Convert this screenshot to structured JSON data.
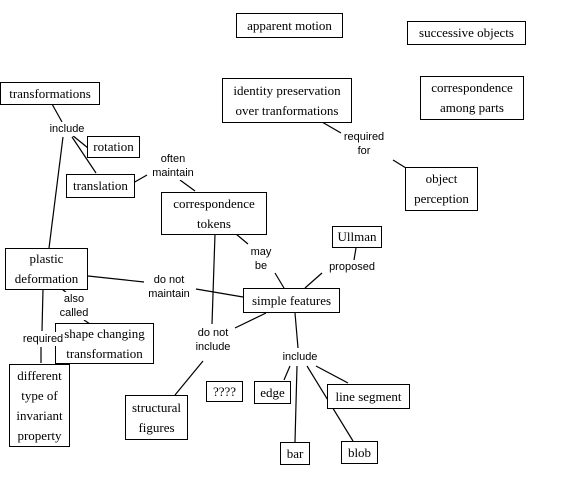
{
  "nodes": {
    "apparent_motion": "apparent motion",
    "successive_objects": "successive objects",
    "identity_preservation": "identity preservation\nover tranformations",
    "correspondence_among_parts": "correspondence\namong parts",
    "transformations": "transformations",
    "rotation": "rotation",
    "translation": "translation",
    "object_perception": "object\nperception",
    "correspondence_tokens": "correspondence\ntokens",
    "ullman": "Ullman",
    "plastic_deformation": "plastic\ndeformation",
    "simple_features": "simple features",
    "shape_changing": "shape changing\ntransformation",
    "different_type": "different\ntype of\ninvariant\nproperty",
    "structural_figures": "structural\nfigures",
    "unknown": "????",
    "edge": "edge",
    "line_segment": "line segment",
    "bar": "bar",
    "blob": "blob"
  },
  "links": {
    "include_1": "include",
    "often_maintain": "often\nmaintain",
    "required_for": "required\nfor",
    "may_be": "may\nbe",
    "proposed": "proposed",
    "do_not_maintain": "do not\nmaintain",
    "also_called": "also\ncalled",
    "required": "required",
    "do_not_include": "do not\ninclude",
    "include_2": "include"
  }
}
